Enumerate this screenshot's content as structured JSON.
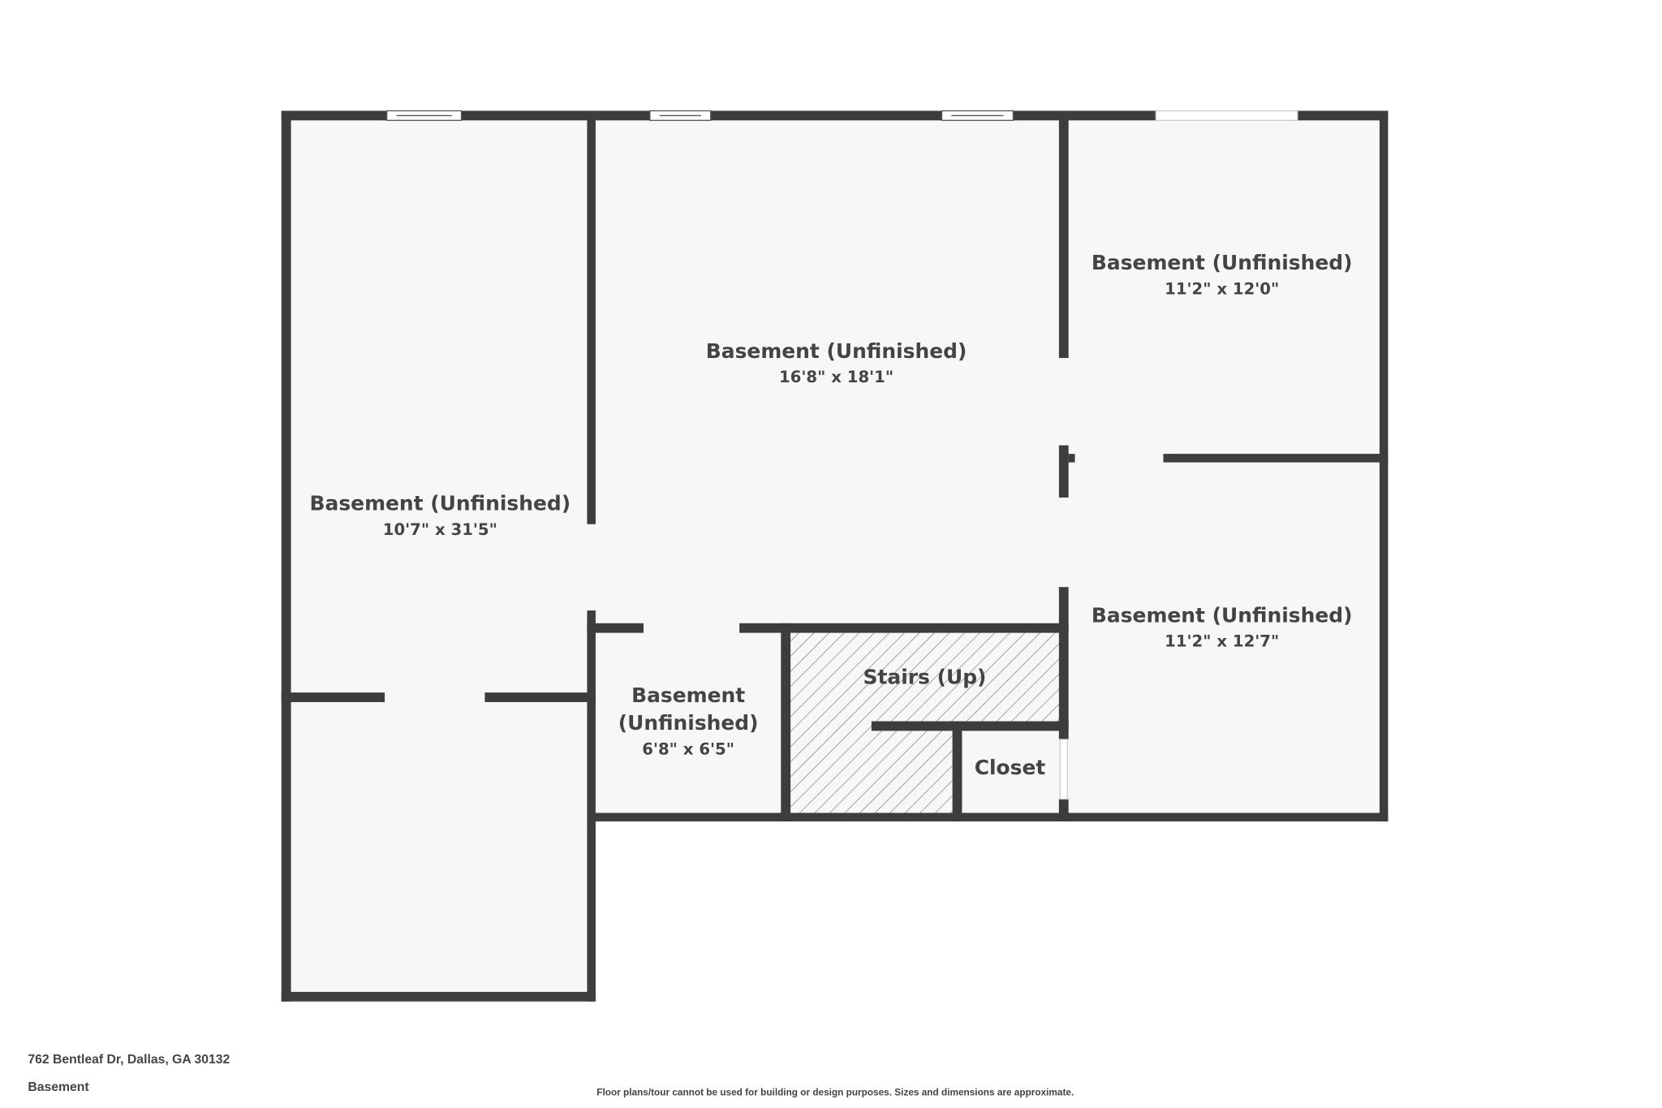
{
  "plan": {
    "rooms": [
      {
        "name": "Basement (Unfinished)",
        "dims": "10'7\" x 31'5\""
      },
      {
        "name": "Basement (Unfinished)",
        "dims": "16'8\" x 18'1\""
      },
      {
        "name": "Basement (Unfinished)",
        "dims": "11'2\" x 12'0\""
      },
      {
        "name": "Basement (Unfinished)",
        "dims": "11'2\" x 12'7\""
      },
      {
        "name_line1": "Basement",
        "name_line2": "(Unfinished)",
        "dims": "6'8\" x 6'5\""
      },
      {
        "name": "Stairs (Up)"
      },
      {
        "name": "Closet"
      }
    ],
    "wall_color": "#3d3d3d",
    "floor_color": "#f7f7f7"
  },
  "footer": {
    "address": "762 Bentleaf Dr, Dallas, GA 30132",
    "floor": "Basement",
    "disclaimer": "Floor plans/tour cannot be used for building or design purposes. Sizes and dimensions are approximate."
  }
}
